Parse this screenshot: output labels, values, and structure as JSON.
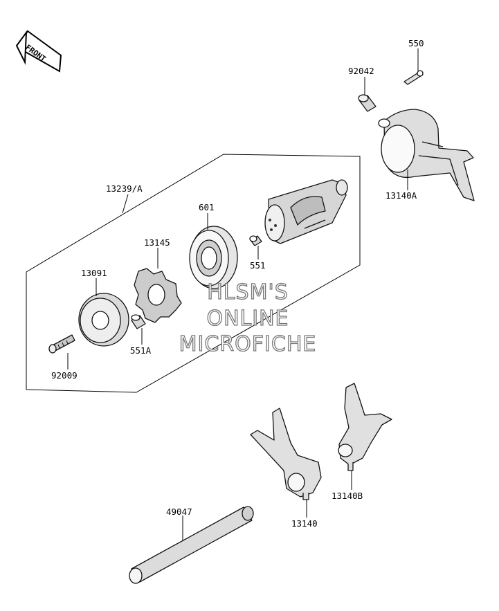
{
  "front_arrow": {
    "text": "FRONT"
  },
  "watermark": {
    "line1": "HLSM'S",
    "line2": "ONLINE",
    "line3": "MICROFICHE"
  },
  "callouts": {
    "c550": "550",
    "c92042": "92042",
    "c13140A": "13140A",
    "c13239A": "13239/A",
    "c601": "601",
    "c13145": "13145",
    "c551": "551",
    "c13091": "13091",
    "c551A": "551A",
    "c92009": "92009",
    "c13140B": "13140B",
    "c13140": "13140",
    "c49047": "49047"
  }
}
